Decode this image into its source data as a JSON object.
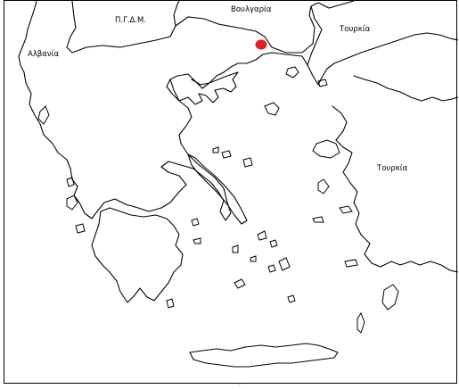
{
  "map": {
    "labels": {
      "pgdm": "Π.Γ.Δ.Μ.",
      "bulgaria": "Βουλγαρία",
      "turkey_north": "Τουρκία",
      "albania": "Αλβανία",
      "turkey_east": "Τουρκία"
    },
    "marker_color": "#e02020"
  }
}
